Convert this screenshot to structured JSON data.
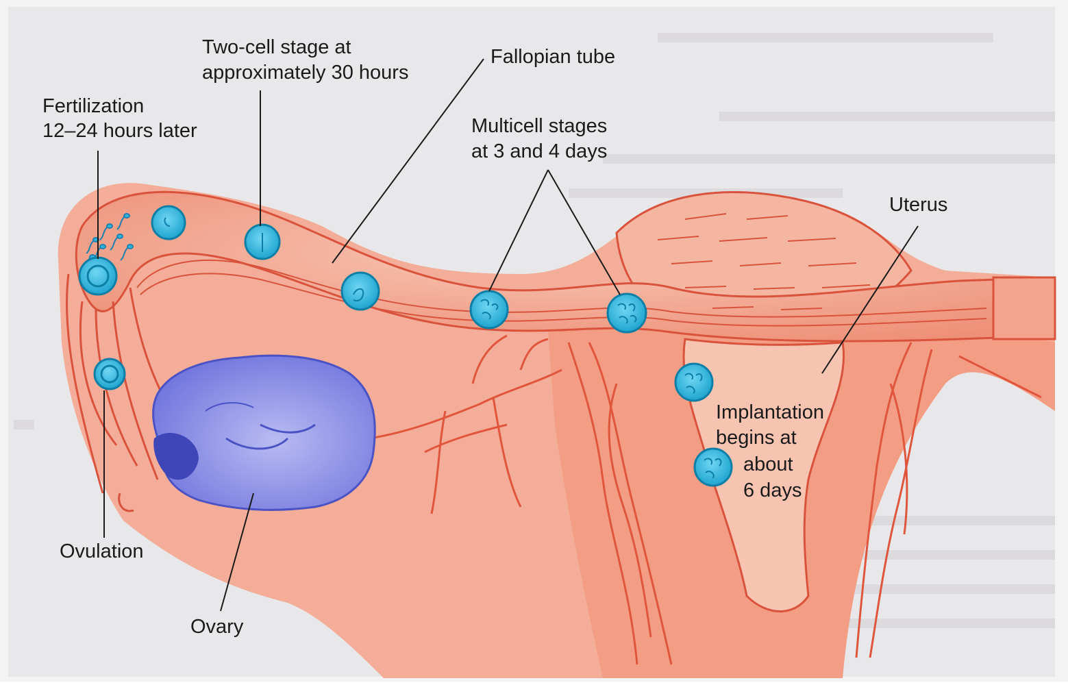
{
  "labels": {
    "fertilization": [
      "Fertilization",
      "12–24 hours later"
    ],
    "two_cell": [
      "Two-cell stage at",
      "approximately 30 hours"
    ],
    "fallopian_tube": "Fallopian tube",
    "multicell": [
      "Multicell stages",
      "at 3 and 4 days"
    ],
    "uterus": "Uterus",
    "implantation": [
      "Implantation",
      "begins at",
      "about",
      "6 days"
    ],
    "ovulation": "Ovulation",
    "ovary": "Ovary"
  },
  "colors": {
    "page": "#e9e9ec",
    "background_text": "#c8c4c6",
    "tissue": "#f2a08a",
    "tissue_light": "#f6c2b0",
    "tissue_outline": "#d9533c",
    "vessel": "#e0563d",
    "ovary": "#8c8fe6",
    "ovary_dark": "#4a52c4",
    "embryo": "#2fb6dc",
    "embryo_outline": "#0d7fa6",
    "leader_line": "#1a1a1a"
  }
}
